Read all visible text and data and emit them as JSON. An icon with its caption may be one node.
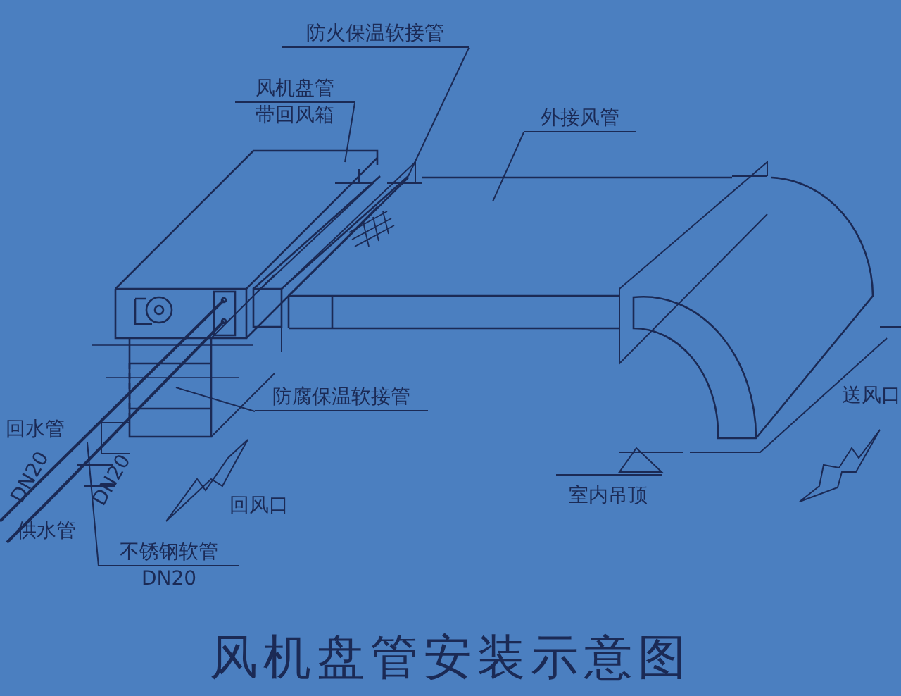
{
  "diagram": {
    "title": "风机盘管安装示意图",
    "nodes": [
      {
        "text": [
          "防火保温软接管"
        ]
      },
      {
        "text": [
          "风机盘管",
          "带回风箱"
        ]
      },
      {
        "text": [
          "外接风管"
        ]
      },
      {
        "text": [
          "防腐保温软接管"
        ]
      },
      {
        "text": [
          "不锈钢软管",
          "DN20"
        ]
      }
    ],
    "edges": [
      {
        "from": 0,
        "to": null,
        "arrow": "none"
      },
      {
        "from": 1,
        "to": null,
        "arrow": "none"
      },
      {
        "from": 2,
        "to": null,
        "arrow": "none"
      },
      {
        "from": 3,
        "to": null,
        "arrow": "none"
      },
      {
        "from": 4,
        "to": null,
        "arrow": "none"
      }
    ],
    "labels": [
      "回水管",
      "DN20",
      "DN20",
      "供水管",
      "回风口",
      "室内吊顶",
      "送风口"
    ]
  }
}
